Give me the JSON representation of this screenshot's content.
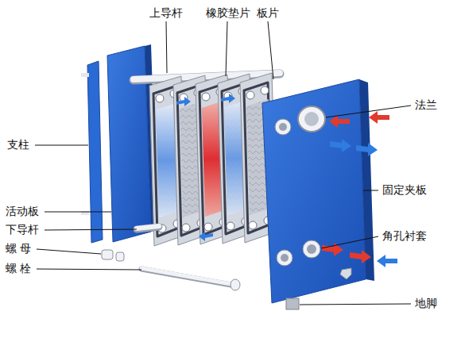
{
  "diagram": {
    "labels": [
      "上导杆",
      "橡胶垫片",
      "板片",
      "法兰",
      "支柱",
      "固定夹板",
      "活动板",
      "下导杆",
      "螺 母",
      "螺 栓",
      "角孔衬套",
      "地脚"
    ]
  }
}
